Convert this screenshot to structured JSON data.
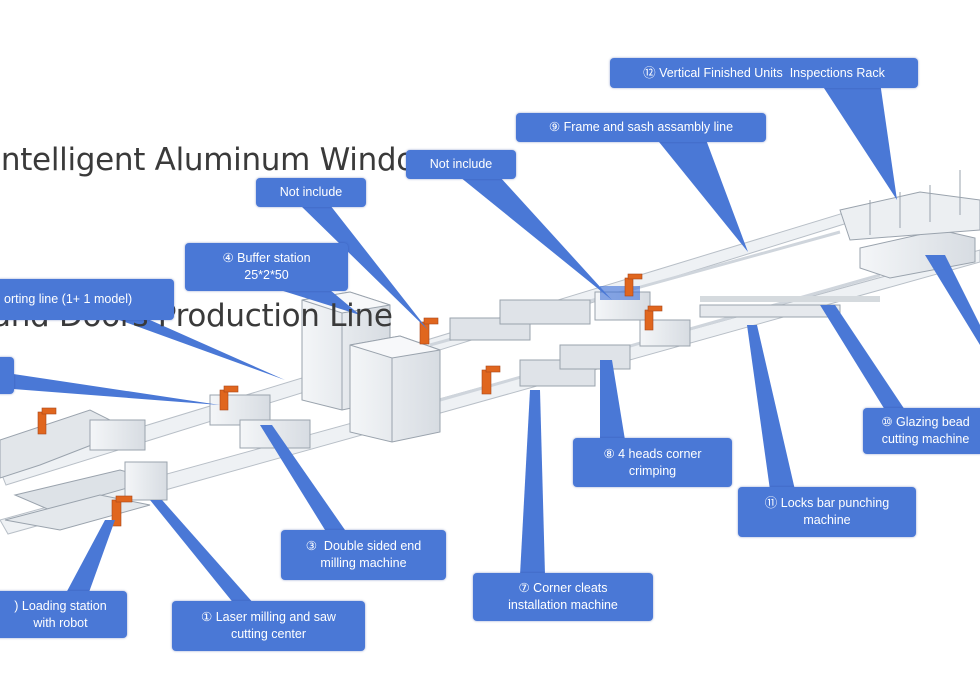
{
  "title": {
    "line1": "Intelligent Aluminum Windows",
    "line2": "and Doors Production Line"
  },
  "colors": {
    "callout": "#4a78d6",
    "title_text": "#3a3a3a",
    "machine_body": "#e9ecef",
    "machine_edge": "#b9c0c8",
    "robot": "#e0661e",
    "accent_blue": "#3c6fd8"
  },
  "callouts": {
    "finished_rack": "⑫ Vertical Finished Units  Inspections Rack",
    "frame_sash": "⑨ Frame and sash assambly line",
    "not_include_right": "Not include",
    "not_include_left": "Not include",
    "buffer_station_line1": "④ Buffer station",
    "buffer_station_line2": "25*2*50",
    "sorting_line": "orting line (1+ 1 model)",
    "glazing_bead": "⑩ Glazing bead\ncutting machine",
    "corner_crimping": "⑧ 4 heads corner\ncrimping",
    "locks_bar": "⑪ Locks bar punching\nmachine",
    "double_sided": "③  Double sided end\nmilling machine",
    "corner_cleats": "⑦ Corner cleats\ninstallation machine",
    "loading_station": ") Loading station\nwith robot",
    "laser_milling": "① Laser milling and saw\ncutting center"
  }
}
